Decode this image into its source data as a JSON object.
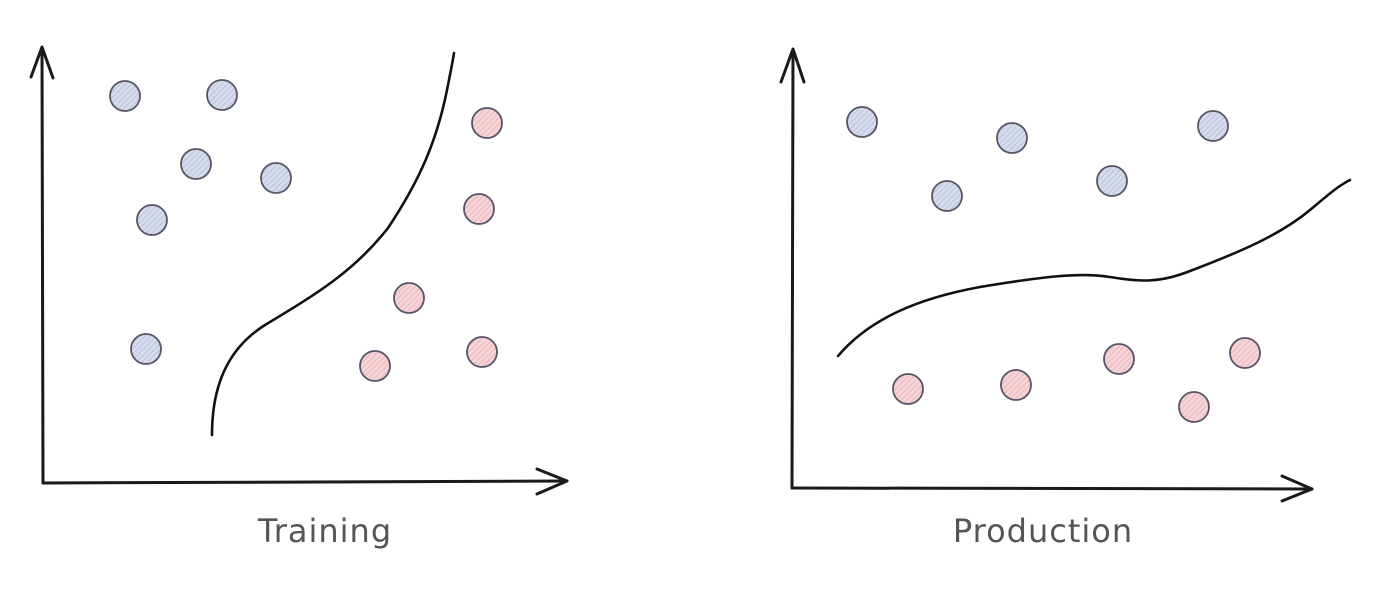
{
  "colors": {
    "class_a": "#c5cde3",
    "class_b": "#f0c3c8",
    "outline": "#555566",
    "ink": "#111111",
    "title": "#555555"
  },
  "panels": [
    {
      "id": "training",
      "title": "Training",
      "class_a_points": [
        [
          125,
          96
        ],
        [
          222,
          95
        ],
        [
          196,
          164
        ],
        [
          276,
          178
        ],
        [
          152,
          220
        ],
        [
          146,
          349
        ]
      ],
      "class_b_points": [
        [
          487,
          123
        ],
        [
          479,
          209
        ],
        [
          409,
          298
        ],
        [
          375,
          366
        ],
        [
          482,
          352
        ]
      ],
      "boundary_shape": "curve rising from bottom-left to top-right"
    },
    {
      "id": "production",
      "title": "Production",
      "class_a_points": [
        [
          862,
          122
        ],
        [
          1012,
          138
        ],
        [
          1213,
          126
        ],
        [
          947,
          196
        ],
        [
          1112,
          181
        ]
      ],
      "class_b_points": [
        [
          908,
          389
        ],
        [
          1016,
          385
        ],
        [
          1119,
          359
        ],
        [
          1245,
          353
        ],
        [
          1194,
          407
        ]
      ],
      "boundary_shape": "wavy horizontal curve"
    }
  ]
}
